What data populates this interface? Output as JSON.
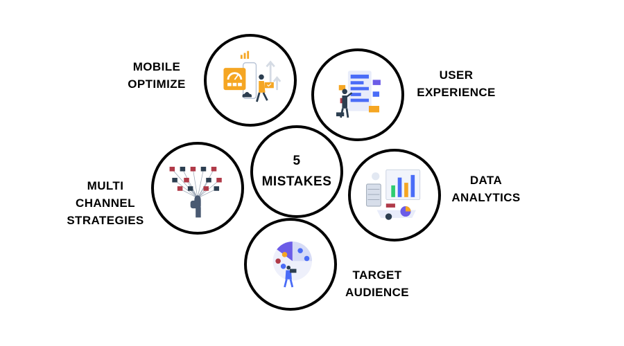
{
  "center": {
    "line1": "5",
    "line2": "MISTAKES"
  },
  "items": [
    {
      "id": "mobile",
      "line1": "MOBILE",
      "line2": "OPTIMIZE",
      "icon": "mobile-speed-illustration"
    },
    {
      "id": "user",
      "line1": "USER",
      "line2": "EXPERIENCE",
      "icon": "ux-design-illustration"
    },
    {
      "id": "multi",
      "line1": "MULTI",
      "line2": "CHANNEL",
      "line3": "STRATEGIES",
      "icon": "multichannel-network-illustration"
    },
    {
      "id": "data",
      "line1": "DATA",
      "line2": "ANALYTICS",
      "icon": "data-analytics-illustration"
    },
    {
      "id": "target",
      "line1": "TARGET",
      "line2": "AUDIENCE",
      "icon": "target-audience-illustration"
    }
  ],
  "colors": {
    "border": "#000000",
    "orange": "#f5a623",
    "blue": "#4a6cf7",
    "dark": "#2c3e50",
    "red": "#b03a48",
    "green": "#2ecc71",
    "purple": "#6c5ce7"
  }
}
